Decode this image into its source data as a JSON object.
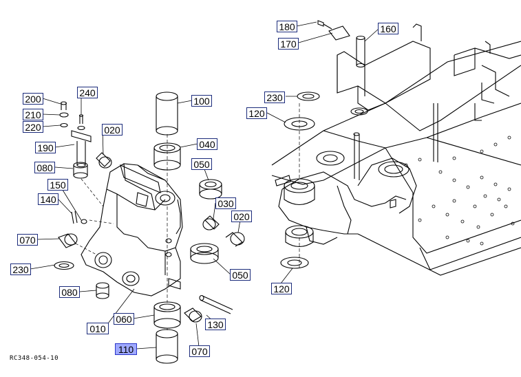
{
  "diagram": {
    "code": "RC348-054-10",
    "selected_part": "110",
    "callouts": [
      {
        "id": "c180",
        "label": "180"
      },
      {
        "id": "c160",
        "label": "160"
      },
      {
        "id": "c170",
        "label": "170"
      },
      {
        "id": "c200",
        "label": "200"
      },
      {
        "id": "c240",
        "label": "240"
      },
      {
        "id": "c100",
        "label": "100"
      },
      {
        "id": "c230r",
        "label": "230"
      },
      {
        "id": "c210",
        "label": "210"
      },
      {
        "id": "c220",
        "label": "220"
      },
      {
        "id": "c120a",
        "label": "120"
      },
      {
        "id": "c020a",
        "label": "020"
      },
      {
        "id": "c190",
        "label": "190"
      },
      {
        "id": "c040",
        "label": "040"
      },
      {
        "id": "c080a",
        "label": "080"
      },
      {
        "id": "c050a",
        "label": "050"
      },
      {
        "id": "c150",
        "label": "150"
      },
      {
        "id": "c030",
        "label": "030"
      },
      {
        "id": "c140",
        "label": "140"
      },
      {
        "id": "c020b",
        "label": "020"
      },
      {
        "id": "c070a",
        "label": "070"
      },
      {
        "id": "c230l",
        "label": "230"
      },
      {
        "id": "c050b",
        "label": "050"
      },
      {
        "id": "c120b",
        "label": "120"
      },
      {
        "id": "c080b",
        "label": "080"
      },
      {
        "id": "c060",
        "label": "060"
      },
      {
        "id": "c010",
        "label": "010"
      },
      {
        "id": "c130",
        "label": "130"
      },
      {
        "id": "c110",
        "label": "110"
      },
      {
        "id": "c070b",
        "label": "070"
      }
    ]
  }
}
